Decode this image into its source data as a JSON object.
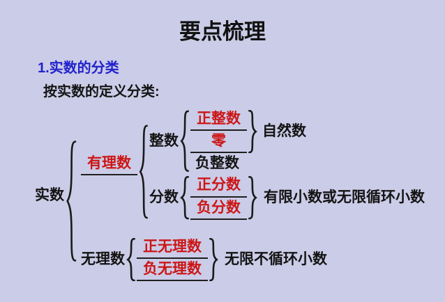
{
  "slide": {
    "title": "要点梳理",
    "section_heading": "1.实数的分类",
    "subheading": "按实数的定义分类:"
  },
  "tree": {
    "root": "实数",
    "rational": {
      "label": "有理数",
      "integer": {
        "label": "整数",
        "positive": "正整数",
        "zero": "零",
        "negative": "负整数",
        "natural": "自然数"
      },
      "fraction": {
        "label": "分数",
        "positive": "正分数",
        "negative": "负分数",
        "note": "有限小数或无限循环小数"
      }
    },
    "irrational": {
      "label": "无理数",
      "positive": "正无理数",
      "negative": "负无理数",
      "note": "无限不循环小数"
    }
  },
  "colors": {
    "background": "#cbcce7",
    "heading_blue": "#2222cc",
    "emphasis_red": "#cc1616",
    "text_black": "#141414",
    "underline": "#1f1f1f"
  }
}
